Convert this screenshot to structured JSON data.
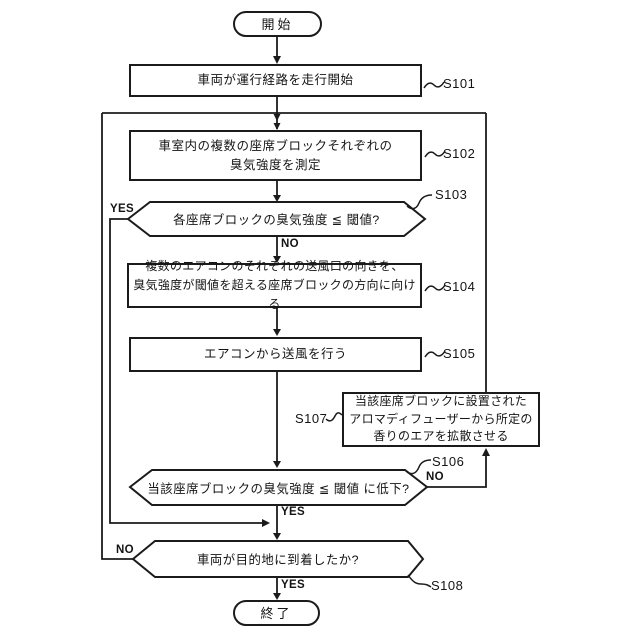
{
  "start": "開始",
  "end": "終了",
  "steps": {
    "s101": {
      "id": "S101",
      "text": "車両が運行経路を走行開始"
    },
    "s102": {
      "id": "S102",
      "line1": "車室内の複数の座席ブロックそれぞれの",
      "line2": "臭気強度を測定"
    },
    "s103": {
      "id": "S103",
      "text": "各座席ブロックの臭気強度 ≦ 閾値?",
      "yes": "YES",
      "no": "NO"
    },
    "s104": {
      "id": "S104",
      "line1": "複数のエアコンのそれぞれの送風口の向きを、",
      "line2": "臭気強度が閾値を超える座席ブロックの方向に向ける"
    },
    "s105": {
      "id": "S105",
      "text": "エアコンから送風を行う"
    },
    "s106": {
      "id": "S106",
      "text": "当該座席ブロックの臭気強度 ≦ 閾値 に低下?",
      "yes": "YES",
      "no": "NO"
    },
    "s107": {
      "id": "S107",
      "line1": "当該座席ブロックに設置された",
      "line2": "アロマディフューザーから所定の",
      "line3": "香りのエアを拡散させる"
    },
    "s108": {
      "id": "S108",
      "text": "車両が目的地に到着したか?",
      "yes": "YES",
      "no": "NO"
    }
  }
}
